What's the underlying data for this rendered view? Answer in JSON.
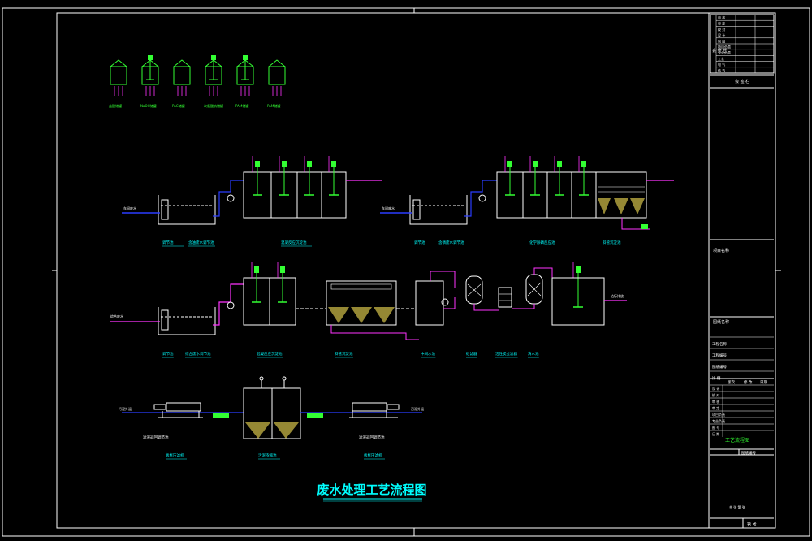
{
  "drawing": {
    "title": "废水处理工艺流程图",
    "colors": {
      "background": "#000000",
      "frame": "#ffffff",
      "vessel": "#ffffff",
      "pipe_water": "#2a3cff",
      "pipe_chem": "#ff33ff",
      "equipment": "#33ff33",
      "text_cyan": "#00ffff",
      "text_green": "#33ff33",
      "sludge": "#d4c24a",
      "title": "#00ffff"
    }
  },
  "title_block": {
    "approval_rows": [
      "审 核",
      "审 定",
      "校 对",
      "设 计",
      "制 图",
      "项目负责",
      "专业负责",
      "工艺",
      "电 气",
      "结 构"
    ],
    "dept_label": "会 签 栏",
    "project_label": "项目名称",
    "drawing_label": "图纸名称",
    "stamp_rows": [
      "工程名称",
      "工程编号",
      "图纸编号",
      "比 例"
    ],
    "rev_headers": [
      "版次",
      "修 改",
      "日期"
    ],
    "sign_rows": [
      "设 计",
      "校 对",
      "审 核",
      "审 定",
      "项目负责",
      "专业负责",
      "图 号",
      "日 期"
    ],
    "drawing_name": "工艺流程图",
    "sheet_no": "图纸编号",
    "footer": "共 张 第 张",
    "page": "第 张"
  },
  "dosing": {
    "tanks": [
      {
        "name": "盐酸储罐",
        "mixer": false
      },
      {
        "name": "NaOH储罐",
        "mixer": true
      },
      {
        "name": "PAC储罐",
        "mixer": false
      },
      {
        "name": "次氯酸钠储罐",
        "mixer": true
      },
      {
        "name": "PAM储罐",
        "mixer": true
      },
      {
        "name": "PAM储罐",
        "mixer": false
      }
    ]
  },
  "line1": {
    "inlet": "车间废水",
    "labels": [
      "调节池",
      "含油废水调节池",
      "混凝反应沉淀池"
    ]
  },
  "line2": {
    "inlet": "车间废水",
    "labels": [
      "调节池",
      "含磷废水调节池",
      "化学除磷反应池",
      "斜管沉淀池"
    ]
  },
  "line3": {
    "inlet": "综合废水",
    "labels": [
      "调节池",
      "综合废水调节池",
      "混凝反应沉淀池",
      "斜管沉淀池",
      "中间水池",
      "砂滤器",
      "活性炭过滤器",
      "清水池",
      "达标排放"
    ],
    "outlet": "达标排放"
  },
  "sludge": {
    "left_note": "滤液返回调节池",
    "right_note": "滤液返回调节池",
    "left_press": "污泥外运",
    "right_press": "污泥外运",
    "labels": [
      "板框压滤机",
      "污泥浓缩池",
      "板框压滤机"
    ]
  }
}
